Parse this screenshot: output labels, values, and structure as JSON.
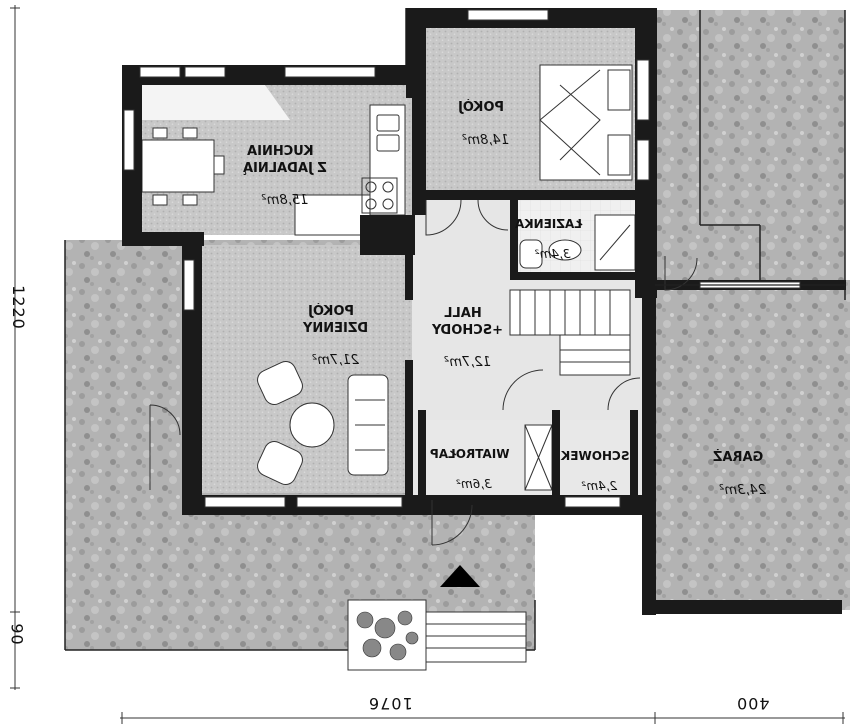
{
  "rooms": {
    "pokoj": {
      "name": "POKÓJ",
      "area": "14,8m²"
    },
    "kuchnia": {
      "name": "KUCHNIA\nZ JADALNIĄ",
      "area": "15,8m²"
    },
    "lazienka": {
      "name": "ŁAZIENKA",
      "area": "3,4m²"
    },
    "pokoj_dzienny": {
      "name": "POKÓJ\nDZIENNY",
      "area": "21,7m²"
    },
    "hall": {
      "name": "HALL\n+SCHODY",
      "area": "12,7m²"
    },
    "wiatrolap": {
      "name": "WIATROŁAP",
      "area": "3,6m²"
    },
    "schowek": {
      "name": "SCHOWEK",
      "area": "2,4m²"
    },
    "garaz": {
      "name": "GARAŻ",
      "area": "24,3m²"
    }
  },
  "dimensions": {
    "width_house": "1076",
    "width_garage": "400",
    "depth": "1220",
    "depth_terrace": "90"
  },
  "colors": {
    "wall": "#1a1a1a",
    "floor_gray": "#c9c9c9",
    "floor_light": "#eeeeee",
    "terrace": "#a8a8a8"
  }
}
